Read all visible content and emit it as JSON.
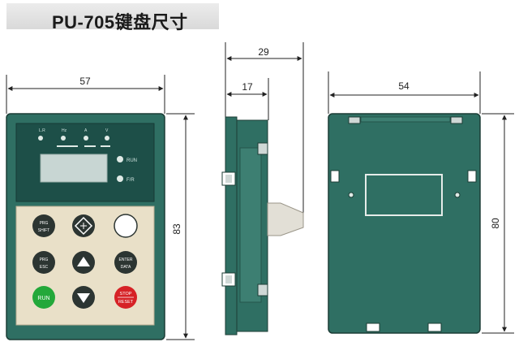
{
  "title": "PU-705键盘尺寸",
  "dimensions": {
    "front_width": "57",
    "front_height": "83",
    "side_total_depth": "29",
    "side_body_depth": "17",
    "back_width": "54",
    "back_height": "80"
  },
  "display": {
    "led_labels": [
      "L.R",
      "Hz",
      "A",
      "V"
    ],
    "status_labels": [
      "RUN",
      "F/R"
    ]
  },
  "keys": {
    "prg": "PRG",
    "shift": "SHIFT",
    "menu_esc": "ESC",
    "menu_prg": "PRG",
    "enter": "ENTER",
    "data": "DATA",
    "run": "RUN",
    "stop": "STOP",
    "reset": "RESET"
  },
  "colors": {
    "panel_green": "#2f6f63",
    "lcd_dark": "#1d4f48",
    "keypad_bg": "#e9e0c8",
    "run_green": "#23a83a",
    "stop_red": "#d62226",
    "key_dark": "#2c3532"
  }
}
